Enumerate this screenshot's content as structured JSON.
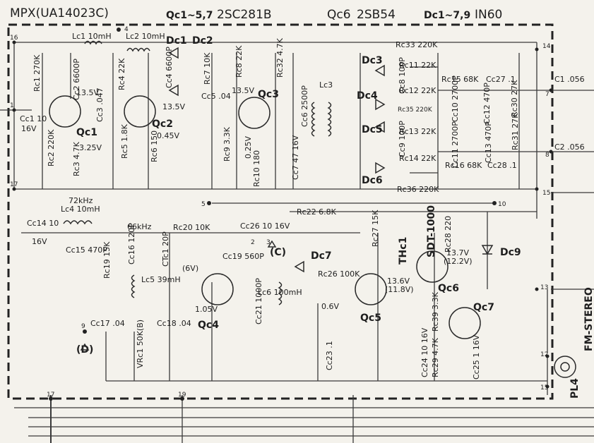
{
  "header": {
    "module": "MPX(UA14023C)",
    "qc_range": "Qc1~5,7",
    "qc_part": "2SC281B",
    "qc6_label": "Qc6",
    "qc6_part": "2SB54",
    "dc_range": "Dc1~7,9",
    "dc_part": "IN60"
  },
  "terminals": [
    "16",
    "4",
    "14",
    "1",
    "7",
    "17",
    "8",
    "15",
    "5",
    "10",
    "13",
    "12",
    "9",
    "19",
    "2",
    "3"
  ],
  "transistors": [
    "Qc1",
    "Qc2",
    "Qc3",
    "Qc4",
    "Qc5",
    "Qc6",
    "Qc7"
  ],
  "diodes": [
    "Dc1",
    "Dc2",
    "Dc3",
    "Dc4",
    "Dc5",
    "Dc6",
    "Dc7",
    "Dc9"
  ],
  "components": {
    "rc1": "Rc1 270K",
    "rc2": "Rc2 220K",
    "rc3": "Rc3 4.7K",
    "cc1": "Cc1 10",
    "cc1v": "16V",
    "cc2": "Cc2 6600P",
    "cc3": "Cc3 .047",
    "rc4": "Rc4 22K",
    "rc5": "Rc5 1.8K",
    "rc6": "Rc6 150",
    "lc1": "Lc1 10mH",
    "lc2": "Lc2 10mH",
    "cc4": "Cc4 6600P",
    "rc7": "Rc7 10K",
    "cc5": "Cc5 .04",
    "rc8": "Rc8 22K",
    "rc9": "Rc9 3.3K",
    "rc10": "Rc10 180",
    "rc32": "Rc32 4.7K",
    "cc6": "Cc6 2500P",
    "cc7": "Cc7 47 16V",
    "lc3": "Lc3",
    "rc33": "Rc33 220K",
    "rc11": "Rc11 22K",
    "rc12": "Rc12 22K",
    "rc35": "Rc35 220K",
    "rc13": "Rc13 22K",
    "rc14": "Rc14 22K",
    "rc36": "Rc36 220K",
    "cc8": "Cc8 100P",
    "cc9": "Cc9 100P",
    "cc10": "Cc10 2700P",
    "cc11": "Cc11 2700P",
    "rc15": "Rc15 68K",
    "rc16": "Rc16 68K",
    "cc12": "Cc12 470P",
    "cc13": "Cc13 470P",
    "cc27": "Cc27 .1",
    "cc28": "Cc28 .1",
    "rc30": "Rc30 27K",
    "rc31": "Rc31 27K",
    "c1": "C1 .056",
    "c2": "C2 .056",
    "cc14": "Cc14 10",
    "cc14v": "16V",
    "lc4": "Lc4 10mH",
    "f72": "72kHz",
    "f66": "66kHz",
    "cc15": "Cc15 470P",
    "cc16": "Cc16 120P",
    "ctc1": "CTc1 20P",
    "lc5": "Lc5 39mH",
    "rc19": "Rc19 15K",
    "rc20": "Rc20 10K",
    "rc22": "Rc22 6.8K",
    "cc26": "Cc26 10 16V",
    "cc19": "Cc19 560P",
    "cc21": "Cc21 1000P",
    "lc6": "Lc6 100mH",
    "rc26": "Rc26 100K",
    "cc23": "Cc23 .1",
    "rc27": "Rc27 15K",
    "thc1": "THc1",
    "sdt": "SDT-1000",
    "rc28": "Rc28 220",
    "rc39": "Rc39 3.3K",
    "rc29": "Rc29 4.7K",
    "cc24": "Cc24 10 16V",
    "cc25": "Cc25 1 16V",
    "cc17": "Cc17 .04",
    "cc18": "Cc18 .04",
    "vrc1": "VRc1 50K(B)",
    "pl4": "PL4",
    "fm": "FM-STEREO"
  },
  "voltages": {
    "v1": "13.5V",
    "v2": "13.5V",
    "v3": "3.25V",
    "v4": "0.45V",
    "v5": "13.5V",
    "v6": "0.25V",
    "v7": "(6V)",
    "v8": "1.05V",
    "v9": "0.6V",
    "v10": "13.6V",
    "v11": "(11.8V)",
    "v12": "13.7V",
    "v13": "(12.2V)"
  },
  "markers": {
    "c": "(C)",
    "d": "(D)"
  }
}
